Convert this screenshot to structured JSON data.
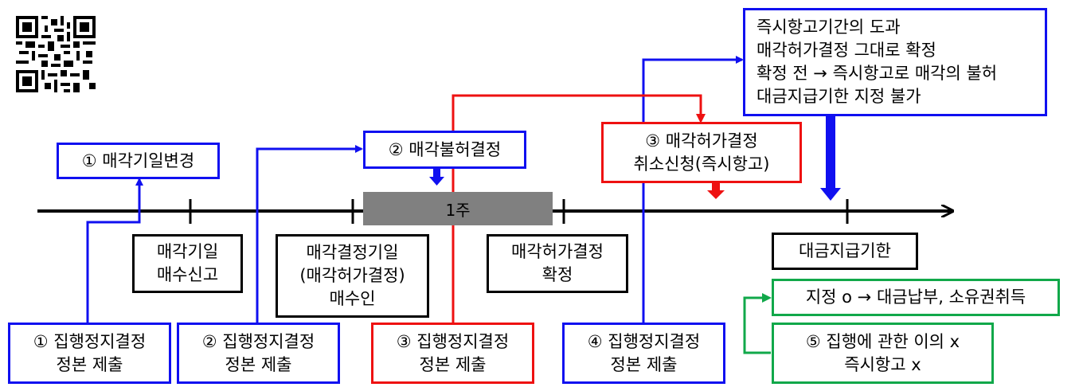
{
  "timeline": {
    "period_label": "1주",
    "points": [
      {
        "label": "매각기일\n매수신고"
      },
      {
        "label": "매각결정기일\n(매각허가결정)\n매수인"
      },
      {
        "label": "매각허가결정\n확정"
      },
      {
        "label": "대금지급기한"
      }
    ]
  },
  "events": {
    "change_date": "① 매각기일변경",
    "disallow": "② 매각불허결정",
    "appeal": "③ 매각허가결정\n취소신청(즉시항고)",
    "expiry_note": "즉시항고기간의 도과\n매각허가결정 그대로 확정\n확정 전 → 즉시항고로 매각의 불허\n대금지급기한 지정 불가"
  },
  "submissions": [
    {
      "label": "① 집행정지결정\n정본 제출"
    },
    {
      "label": "② 집행정지결정\n정본 제출"
    },
    {
      "label": "③ 집행정지결정\n정본 제출"
    },
    {
      "label": "④ 집행정지결정\n정본 제출"
    }
  ],
  "outcomes": {
    "designated": "지정 o → 대금납부, 소유권취득",
    "objection": "⑤ 집행에 관한 이의 x\n즉시항고 x"
  },
  "colors": {
    "blue": "#1010f0",
    "red": "#ee1111",
    "green": "#11a84a",
    "period_fill": "#808080"
  },
  "icons": {
    "corner": "qr-code-icon"
  }
}
